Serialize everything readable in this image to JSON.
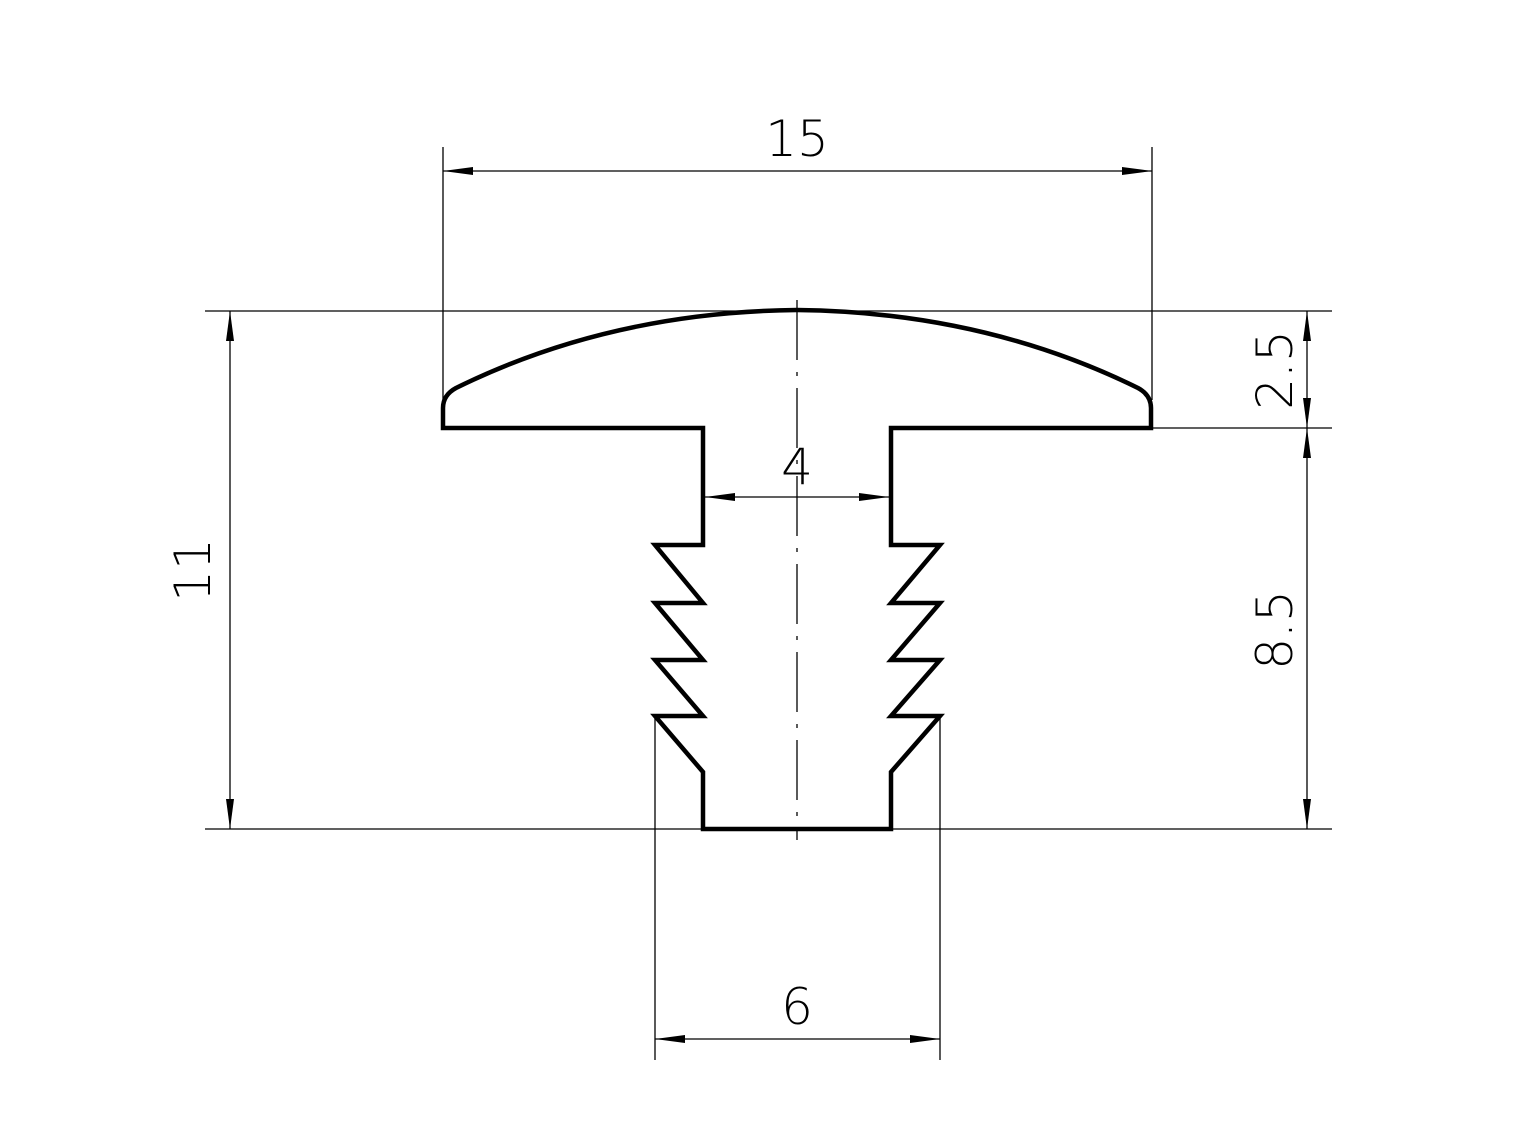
{
  "drawing": {
    "type": "profile cross-section",
    "units": "mm",
    "dimensions": {
      "head_width": "15",
      "overall_height": "11",
      "head_height": "2.5",
      "stem_height": "8.5",
      "stem_inner_width": "4",
      "barb_width": "6"
    },
    "line_color": "#000000",
    "background": "#ffffff"
  }
}
